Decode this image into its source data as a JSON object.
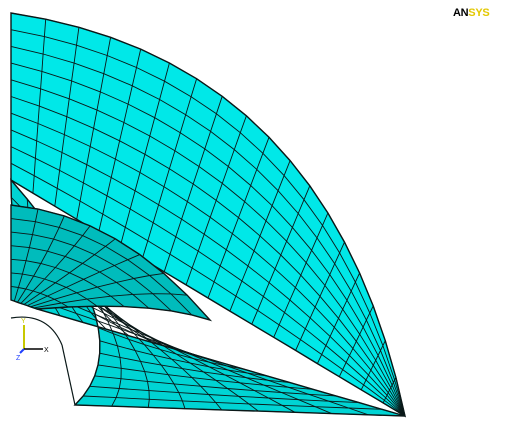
{
  "logo": {
    "part1": "AN",
    "part2": "SYS"
  },
  "triad": {
    "x_label": "X",
    "y_label": "Y",
    "z_label": "Z"
  },
  "colors": {
    "background": "#ffffff",
    "mesh_face_light": "#00e8e8",
    "mesh_face_mid": "#00d4d4",
    "mesh_face_dark": "#00bcbc",
    "mesh_edge": "#0a1818",
    "logo_black": "#000000",
    "logo_yellow": "#e3c800",
    "triad_x": "#000000",
    "triad_y": "#c8c800",
    "triad_z": "#2040ff"
  },
  "model": {
    "element_type": "hexahedral mesh",
    "shape": "quarter cylinder with central hole"
  }
}
